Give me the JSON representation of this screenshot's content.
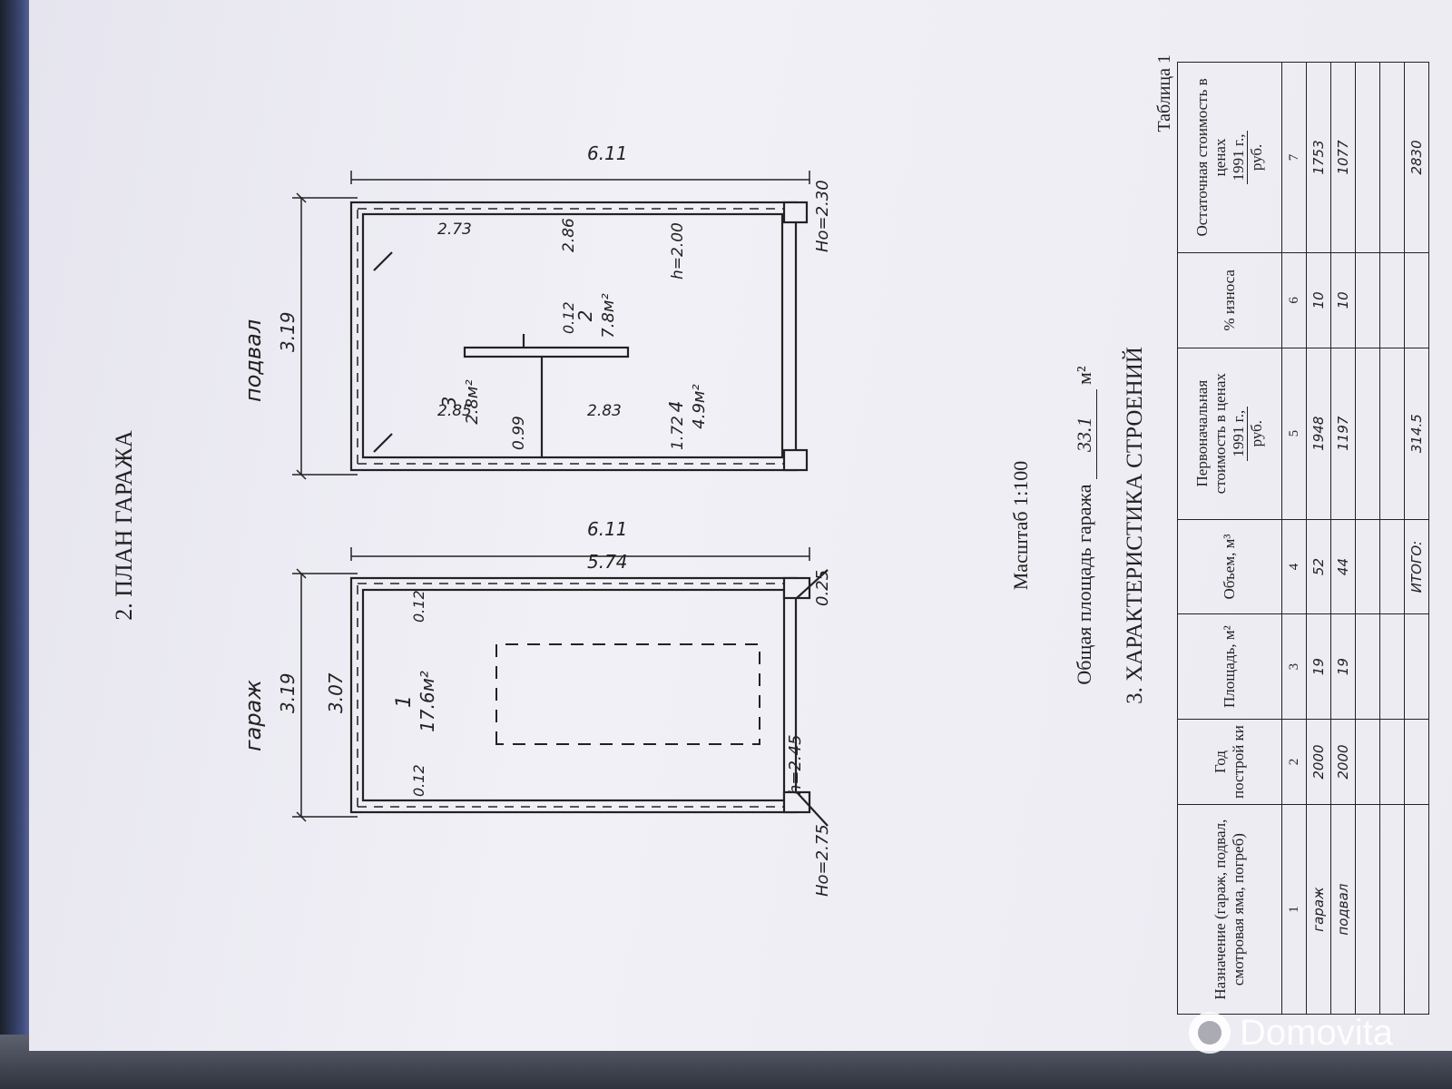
{
  "plan": {
    "title": "2. ПЛАН ГАРАЖА",
    "garage": {
      "name": "гараж",
      "dims": [
        "3.19",
        "3.07",
        "6.11",
        "5.74",
        "0.12",
        "0.12",
        "0.25"
      ],
      "dim_outer_width": "3.19",
      "dim_inner_width": "3.07",
      "dim_outer_length": "6.11",
      "dim_inner_length": "5.74",
      "wall_top": "0.12",
      "wall_bottom": "0.12",
      "post": "0.25",
      "height": "h=2.45",
      "ho": "Ho=2.75",
      "room_number": "1",
      "room_area": "17.6м²"
    },
    "basement": {
      "name": "подвал",
      "dim_outer_width": "3.19",
      "dim_outer_length": "6.11",
      "d_099": "0.99",
      "d_172": "1.72",
      "d_285": "2.85",
      "d_283": "2.83",
      "d_273": "2.73",
      "d_286": "2.86",
      "d_012": "0.12",
      "height": "h=2.00",
      "ho": "Ho=2.30",
      "rooms": [
        {
          "number": "2",
          "area": "7.8м²"
        },
        {
          "number": "3",
          "area": "2.8м²"
        },
        {
          "number": "4",
          "area": "4.9м²"
        }
      ]
    },
    "scale": "Масштаб 1:100",
    "total_area_label": "Общая площадь гаража",
    "total_area_value": "33.1",
    "total_area_unit": "м²"
  },
  "characteristics": {
    "title": "3. ХАРАКТЕРИСТИКА СТРОЕНИЙ",
    "caption": "Таблица 1",
    "headers": {
      "purpose": "Назначение (гараж, подвал, смотровая яма, погреб)",
      "year": "Год построй ки",
      "area": "Площадь, м²",
      "volume": "Объем, м³",
      "initial_cost_top": "Первоначальная стоимость в ценах",
      "initial_cost_year": "1991",
      "initial_cost_unit_g": "г.,",
      "initial_cost_unit_rub": "руб.",
      "wear": "% износа",
      "residual_cost_top": "Остаточная стоимость в ценах",
      "residual_cost_year": "1991",
      "residual_cost_unit_g": "г.,",
      "residual_cost_unit_rub": "руб."
    },
    "column_numbers": [
      "1",
      "2",
      "3",
      "4",
      "5",
      "6",
      "7"
    ],
    "rows": [
      {
        "purpose": "гараж",
        "year": "2000",
        "area": "19",
        "volume": "52",
        "initial": "1948",
        "wear": "10",
        "residual": "1753"
      },
      {
        "purpose": "подвал",
        "year": "2000",
        "area": "19",
        "volume": "44",
        "initial": "1197",
        "wear": "10",
        "residual": "1077"
      }
    ],
    "total_label": "ИТОГО:",
    "total_initial": "314.5",
    "total_residual": "2830"
  },
  "watermark": {
    "text": "Domovita"
  }
}
